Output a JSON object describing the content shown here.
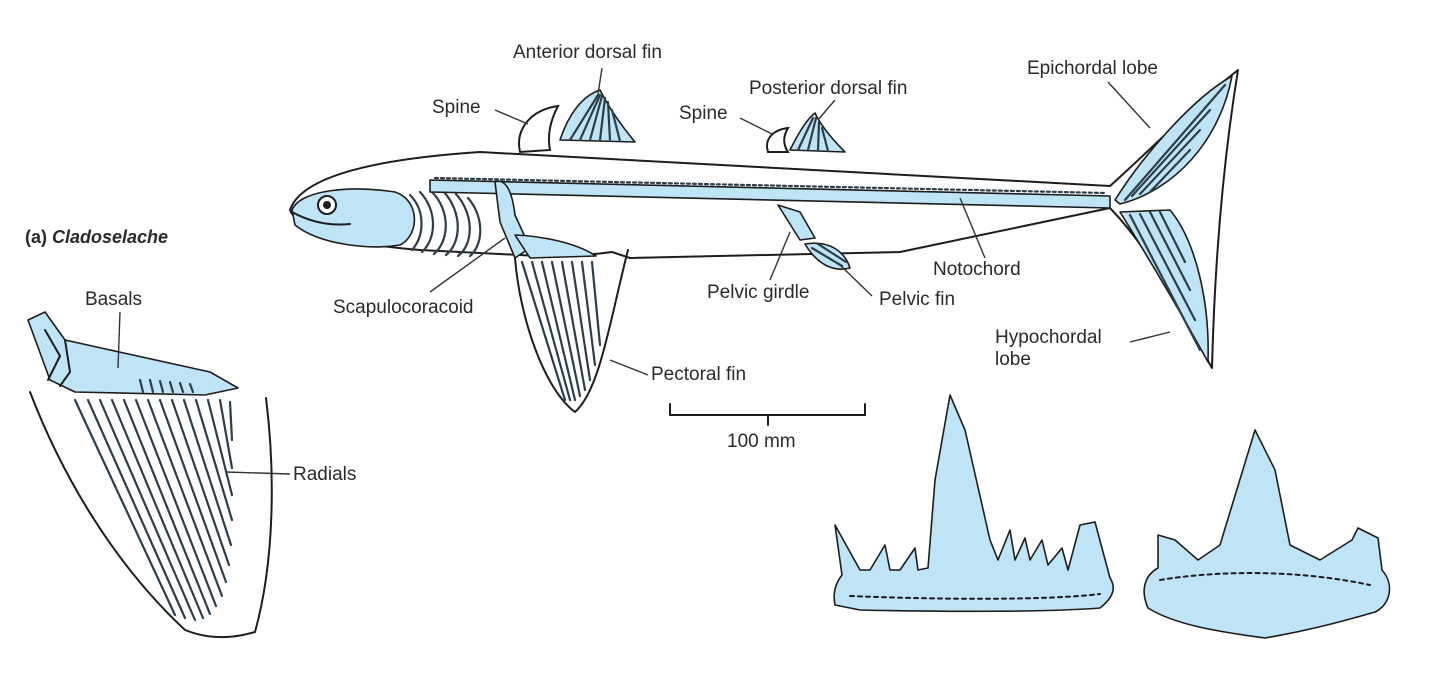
{
  "figure": {
    "panel_label": "(a)",
    "panel_title": "Cladoselache",
    "labels": {
      "anterior_dorsal_fin": "Anterior dorsal fin",
      "spine_anterior": "Spine",
      "spine_posterior": "Spine",
      "posterior_dorsal_fin": "Posterior dorsal fin",
      "epichordal_lobe": "Epichordal lobe",
      "notochord": "Notochord",
      "hypochordal_lobe": "Hypochordal lobe",
      "scapulocoracoid": "Scapulocoracoid",
      "pelvic_girdle": "Pelvic girdle",
      "pelvic_fin": "Pelvic fin",
      "pectoral_fin": "Pectoral fin",
      "basals": "Basals",
      "radials": "Radials"
    },
    "scale_bar": "100 mm"
  },
  "colors": {
    "fill": "#bfe4f6",
    "ink": "#1d1d1d"
  }
}
